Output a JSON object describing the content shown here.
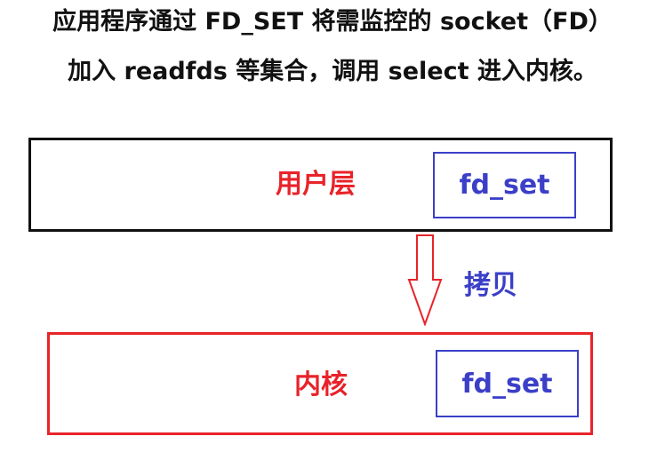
{
  "caption": {
    "line1": "应用程序通过 FD_SET 将需监控的 socket（FD）",
    "line2": "加入 readfds 等集合，调用 select 进入内核。"
  },
  "user_layer": {
    "label": "用户层",
    "fdset_label": "fd_set"
  },
  "kernel_layer": {
    "label": "内核",
    "fdset_label": "fd_set"
  },
  "copy_arrow": {
    "label": "拷贝",
    "icon": "down-arrow-icon"
  },
  "colors": {
    "caption_text": "#111111",
    "user_border": "#111111",
    "kernel_border": "#e8232a",
    "layer_label": "#e8232a",
    "fdset_border": "#3b3fc8",
    "fdset_text": "#3b3fc8",
    "arrow": "#e8232a",
    "copy_label": "#3b3fc8"
  }
}
